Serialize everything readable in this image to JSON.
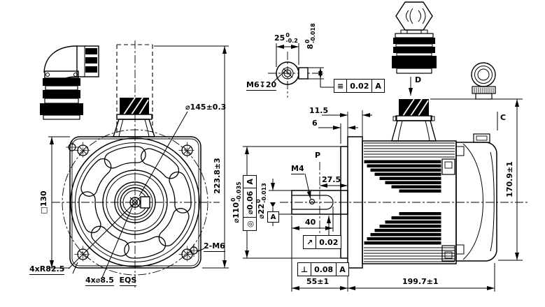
{
  "drawing": {
    "front_view": {
      "flange_circle": "⌀145±0.3",
      "frame_size": "□130",
      "corner_radius": "4xR82.5",
      "mounting_holes": "4x⌀8.5",
      "mounting_holes_note": "EQS",
      "tapped_holes": "2-M6",
      "overall_height": "223.8±3"
    },
    "shaft_end_detail": {
      "flat_length_nominal": "25",
      "flat_length_upper": "0",
      "flat_length_lower": "-0.2",
      "key_height_nominal": "8",
      "key_height_upper": "0",
      "key_height_lower": "-0.018",
      "center_tap": "M6↧20",
      "symmetry_frame": {
        "symbol": "≡",
        "value": "0.02",
        "datum": "A"
      }
    },
    "side_view": {
      "flange_thickness": "11.5",
      "spigot_protrusion": "6",
      "section_label": "P",
      "keyway_tap": "M4",
      "tap_position": "27.5",
      "keyway_length": "40",
      "shaft_length": "55±1",
      "body_length": "199.7±1",
      "overall_height": "170.9±1",
      "spigot_dia_nominal": "⌀110",
      "spigot_dia_upper": "0",
      "spigot_dia_lower": "-0.035",
      "shaft_dia_nominal": "⌀22",
      "shaft_dia_upper": "0",
      "shaft_dia_lower": "-0.013",
      "power_connector_label": "D",
      "encoder_connector_label": "C",
      "concentricity_frame": {
        "symbol": "◎",
        "value": "⌀0.06",
        "datum": "A"
      },
      "runout_frame": {
        "symbol": "↗",
        "value": "0.02"
      },
      "perpendicularity_frame": {
        "symbol": "⊥",
        "value": "0.08",
        "datum": "A"
      },
      "datum_label": "A"
    }
  }
}
